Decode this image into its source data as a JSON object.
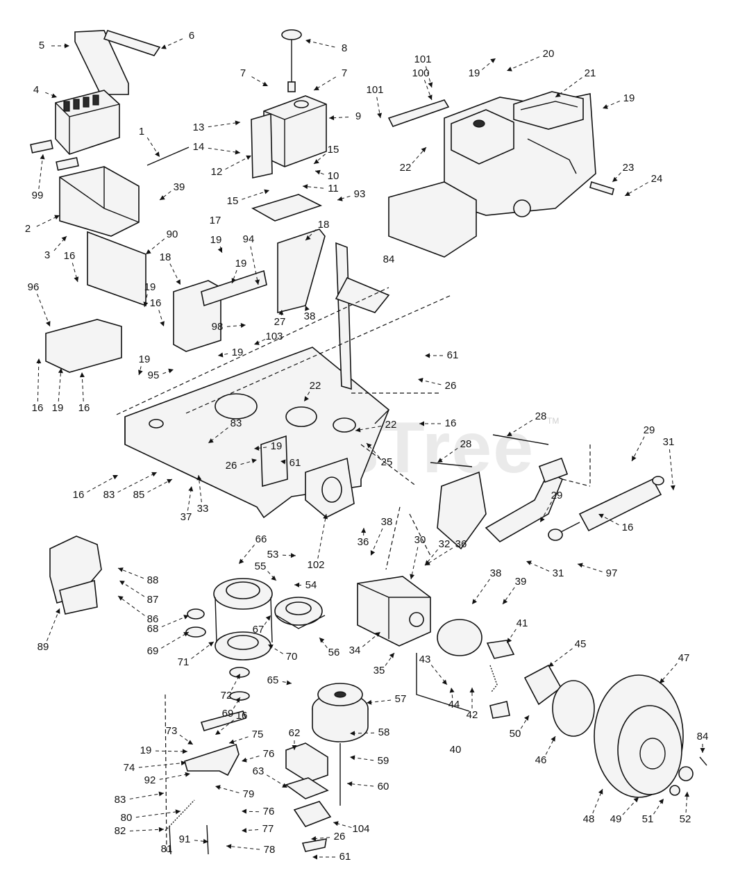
{
  "watermark": {
    "text": "PartsTree",
    "mark": "TM"
  },
  "callouts": [
    "5",
    "6",
    "8",
    "4",
    "1",
    "99",
    "2",
    "39",
    "3",
    "7",
    "7",
    "13",
    "14",
    "12",
    "9",
    "15",
    "15",
    "10",
    "11",
    "93",
    "100",
    "101",
    "101",
    "19",
    "20",
    "21",
    "19",
    "22",
    "23",
    "24",
    "84",
    "17",
    "18",
    "90",
    "94",
    "19",
    "19",
    "16",
    "18",
    "19",
    "16",
    "96",
    "98",
    "27",
    "38",
    "103",
    "19",
    "19",
    "95",
    "16",
    "19",
    "16",
    "61",
    "26",
    "22",
    "22",
    "16",
    "83",
    "19",
    "26",
    "61",
    "25",
    "28",
    "28",
    "29",
    "31",
    "29",
    "16",
    "97",
    "16",
    "83",
    "85",
    "33",
    "37",
    "36",
    "38",
    "32",
    "30",
    "31",
    "88",
    "87",
    "86",
    "89",
    "66",
    "53",
    "55",
    "54",
    "102",
    "36",
    "38",
    "39",
    "68",
    "69",
    "71",
    "67",
    "70",
    "56",
    "34",
    "35",
    "41",
    "43",
    "44",
    "42",
    "45",
    "47",
    "72",
    "65",
    "57",
    "69",
    "16",
    "75",
    "73",
    "19",
    "74",
    "92",
    "62",
    "58",
    "59",
    "60",
    "76",
    "83",
    "80",
    "79",
    "63",
    "82",
    "76",
    "77",
    "81",
    "91",
    "78",
    "26",
    "61",
    "104",
    "40",
    "50",
    "46",
    "48",
    "49",
    "51",
    "52",
    "84"
  ],
  "icons": [
    "battery-icon",
    "fuel-tank-icon",
    "engine-icon",
    "muffler-icon",
    "frame-plate-icon",
    "pulley-icon",
    "clutch-icon",
    "transmission-icon",
    "wheel-icon",
    "tire-icon",
    "hydraulic-cylinder-icon",
    "spring-icon"
  ]
}
